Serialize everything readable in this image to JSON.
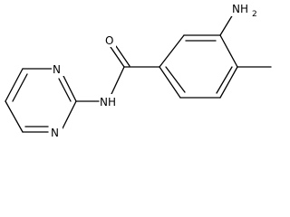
{
  "molecule": {
    "labels": {
      "amine": "NH",
      "amine_sub": "2",
      "carbonyl_oxygen": "O",
      "amide_nitrogen": "NH",
      "pyrimidine_n_upper": "N",
      "pyrimidine_n_lower": "N"
    }
  },
  "colors": {
    "bond": "#000000",
    "background": "#ffffff"
  }
}
